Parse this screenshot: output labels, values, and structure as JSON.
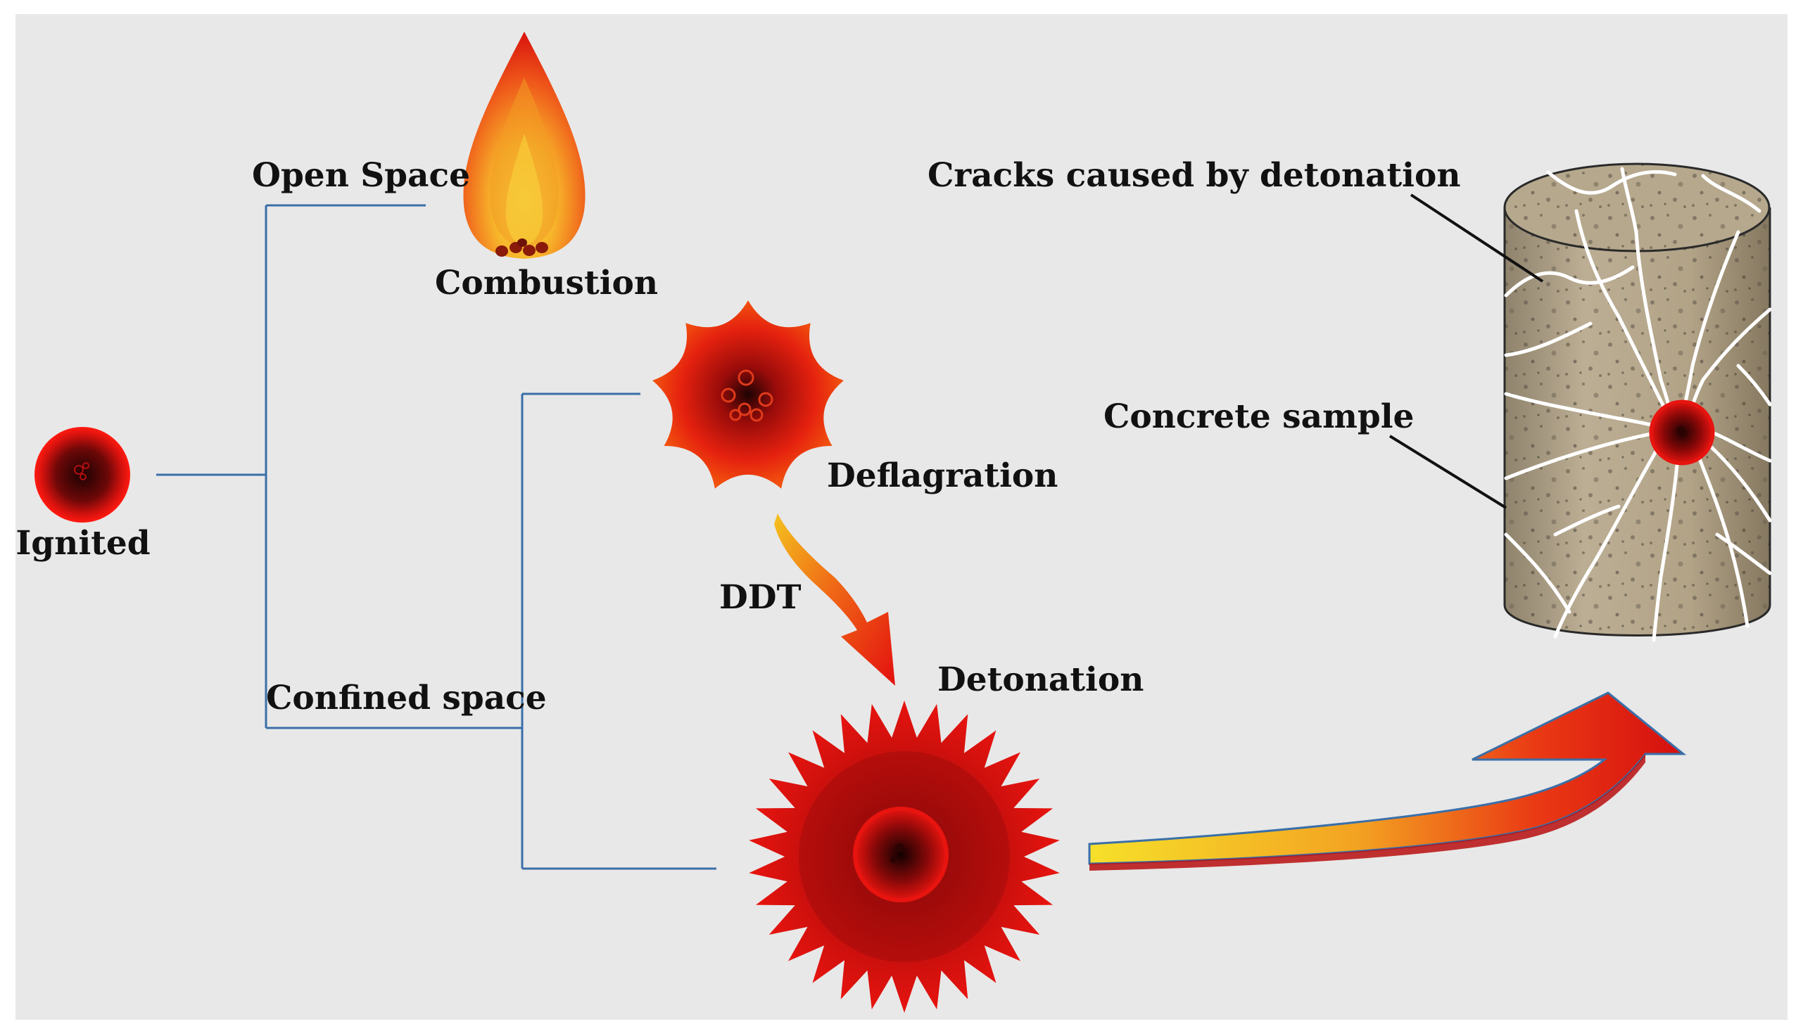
{
  "colors": {
    "background": "#e8e8e8",
    "line": "#3a6fa8",
    "fire_red": "#e1140f",
    "dark_core": "#2a0505",
    "flame_yellow": "#f0c81e",
    "concrete": "#b3a48a",
    "crack": "#ffffff"
  },
  "labels": {
    "ignited": "Ignited",
    "open_space": "Open Space",
    "combustion": "Combustion",
    "deflagration": "Deflagration",
    "ddt": "DDT",
    "detonation": "Detonation",
    "confined_space": "Confined space",
    "cracks": "Cracks caused by detonation",
    "concrete_sample": "Concrete sample"
  },
  "icons": {
    "ignited": "ignited-fireball-icon",
    "combustion": "flame-icon",
    "deflagration": "deflagration-burst-icon",
    "ddt_arrow": "curved-arrow-icon",
    "detonation": "detonation-burst-icon",
    "transfer_arrow": "curved-upward-arrow-icon",
    "concrete": "concrete-cylinder-icon"
  }
}
